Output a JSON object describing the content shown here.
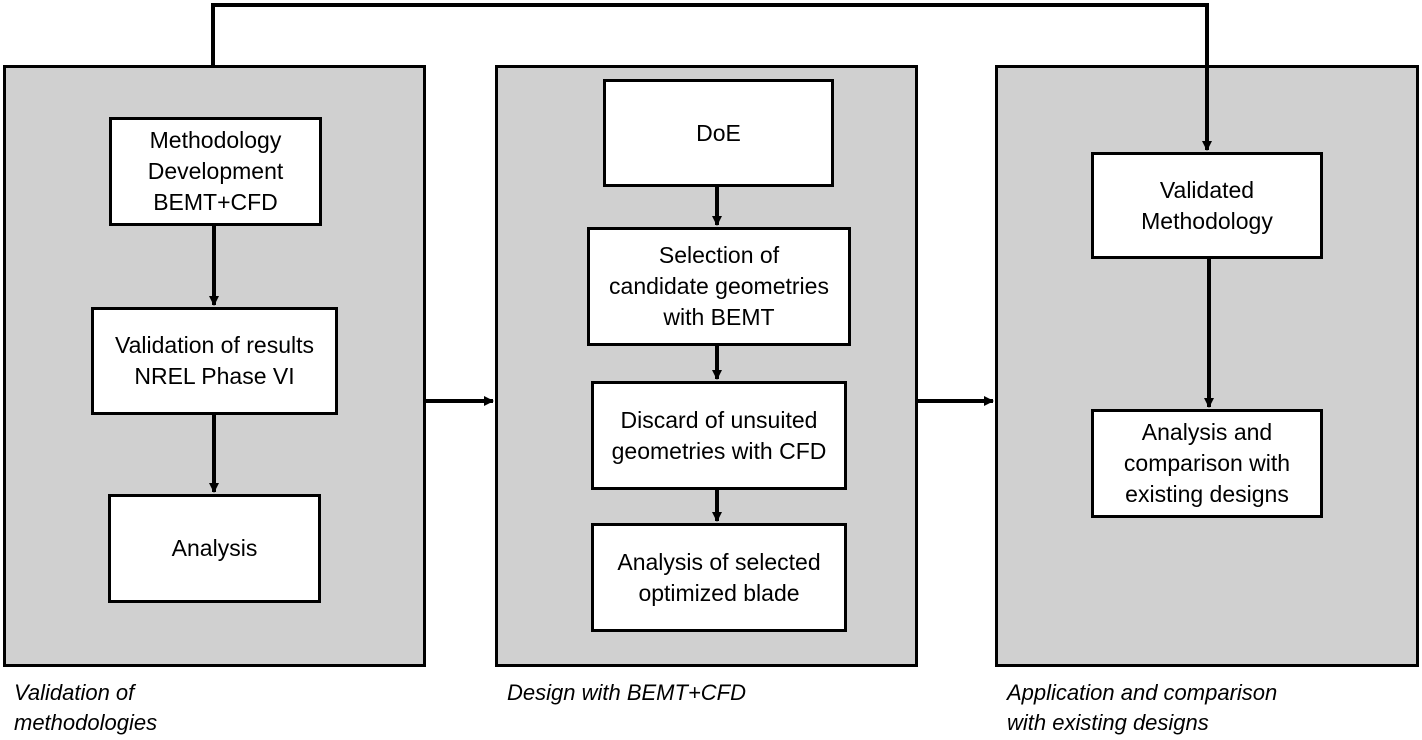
{
  "panels": {
    "validation": {
      "caption": [
        "Validation of",
        "methodologies"
      ],
      "nodes": {
        "methodology": [
          "Methodology",
          "Development",
          "BEMT+CFD"
        ],
        "validation_results": [
          "Validation of results",
          "NREL Phase VI"
        ],
        "analysis": [
          "Analysis"
        ]
      }
    },
    "design": {
      "caption": [
        "Design with BEMT+CFD"
      ],
      "nodes": {
        "doe": [
          "DoE"
        ],
        "selection": [
          "Selection of",
          "candidate geometries",
          "with BEMT"
        ],
        "discard": [
          "Discard of unsuited",
          "geometries with CFD"
        ],
        "analysis_selected": [
          "Analysis of selected",
          "optimized blade"
        ]
      }
    },
    "application": {
      "caption": [
        "Application and comparison",
        "with existing designs"
      ],
      "nodes": {
        "validated": [
          "Validated",
          "Methodology"
        ],
        "comparison": [
          "Analysis and",
          "comparison with",
          "existing designs"
        ]
      }
    }
  },
  "colors": {
    "panel_fill": "#d0d0d0",
    "node_fill": "#ffffff",
    "stroke": "#000000"
  }
}
